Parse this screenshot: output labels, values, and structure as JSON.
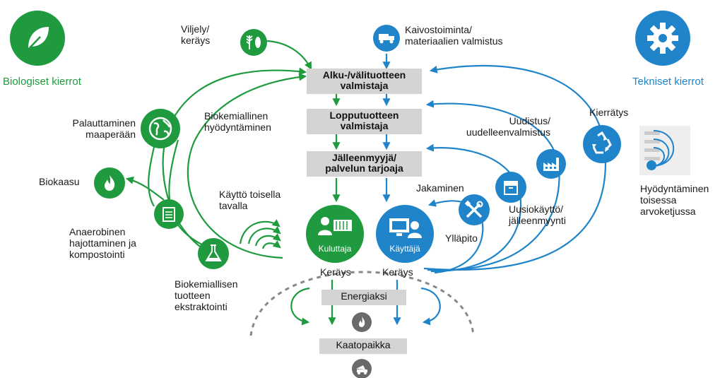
{
  "colors": {
    "green": "#1f9a3e",
    "blue": "#1f84c9",
    "box_gray": "#d4d4d4",
    "dark_gray": "#6a6a6a",
    "dashed": "#888888"
  },
  "left_header": {
    "label": "Biologiset kierrot",
    "icon": "leaf-icon"
  },
  "right_header": {
    "label": "Tekniset kierrot",
    "icon": "gear-icon"
  },
  "center_boxes": [
    {
      "line1": "Alku-/välituotteen",
      "line2": "valmistaja"
    },
    {
      "line1": "Lopputuotteen",
      "line2": "valmistaja"
    },
    {
      "line1": "Jälleenmyyjä/",
      "line2": "palvelun tarjoaja"
    }
  ],
  "top_source": {
    "line1": "Kaivostoiminta/",
    "line2": "materiaalien valmistus",
    "icon": "truck-icon"
  },
  "bio_steps": {
    "viljely": {
      "line1": "Viljely/",
      "line2": "keräys",
      "icon": "crops-icon"
    },
    "biokemiallinen": {
      "line1": "Biokemiallinen",
      "line2": "hyödyntäminen"
    },
    "palauttaminen": {
      "line1": "Palauttaminen",
      "line2": "maaperään",
      "icon": "earth-icon"
    },
    "biokaasu": {
      "label": "Biokaasu",
      "icon": "flame-icon"
    },
    "anaerobinen": {
      "line1": "Anaerobinen",
      "line2": "hajottaminen ja",
      "line3": "kompostointi",
      "icon": "digester-icon"
    },
    "biokemiallisen": {
      "line1": "Biokemiallisen",
      "line2": "tuotteen",
      "line3": "ekstraktointi",
      "icon": "flask-icon"
    },
    "kaytto": {
      "line1": "Käyttö toisella",
      "line2": "tavalla"
    }
  },
  "tech_steps": {
    "uudistus": {
      "line1": "Uudistus/",
      "line2": "uudelleenvalmistus",
      "icon": "factory-icon"
    },
    "kierratys": {
      "label": "Kierrätys",
      "icon": "recycle-icon"
    },
    "jakaminen": {
      "label": "Jakaminen"
    },
    "uusiokaytto": {
      "line1": "Uusiokäyttö/",
      "line2": "jälleenmyynti",
      "icon": "box-icon"
    },
    "yllapito": {
      "label": "Ylläpito",
      "icon": "tools-icon"
    }
  },
  "users": {
    "kuluttaja": {
      "label": "Kuluttaja",
      "icon": "people-icon"
    },
    "kayttaja": {
      "label": "Käyttäjä",
      "icon": "computer-user-icon"
    }
  },
  "collection": {
    "left": "Keräys",
    "right": "Keräys"
  },
  "bottom": {
    "energiaksi": "Energiaksi",
    "kaatopaikka": "Kaatopaikka"
  },
  "side_note": {
    "line1": "Hyödyntäminen",
    "line2": "toisessa",
    "line3": "arvoketjussa"
  }
}
